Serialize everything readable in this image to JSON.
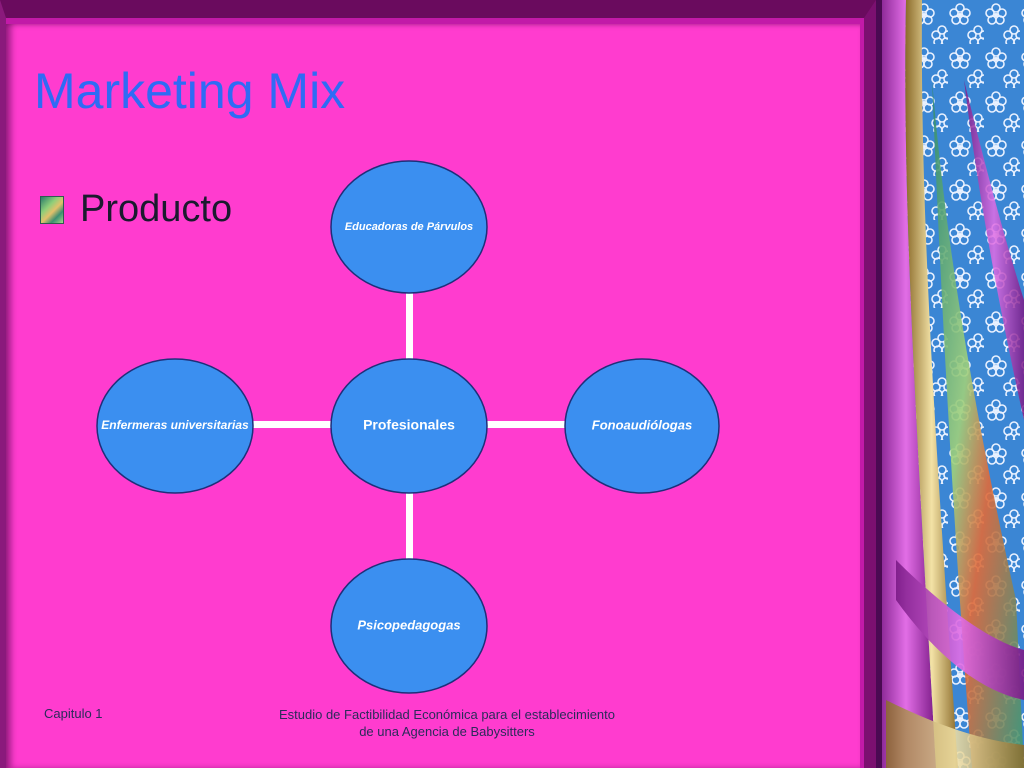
{
  "slide": {
    "title": "Marketing Mix",
    "bullet": "Producto"
  },
  "diagram": {
    "center": "Profesionales",
    "top": "Educadoras de Párvulos",
    "left": "Enfermeras universitarias",
    "right": "Fonoaudiólogas",
    "bottom": "Psicopedagogas"
  },
  "footer": {
    "left": "Capitulo 1",
    "center_line1": "Estudio de Factibilidad Económica para el establecimiento",
    "center_line2": "de una Agencia de Babysitters"
  },
  "colors": {
    "background": "#ff3ccf",
    "title": "#2f6bf5",
    "node_fill": "#3b8ff0",
    "node_stroke": "#1f2f7a",
    "connector": "#ffffff"
  },
  "icons": {
    "bullet": "square-bullet-icon",
    "decoration": "floral-pattern-icon"
  }
}
